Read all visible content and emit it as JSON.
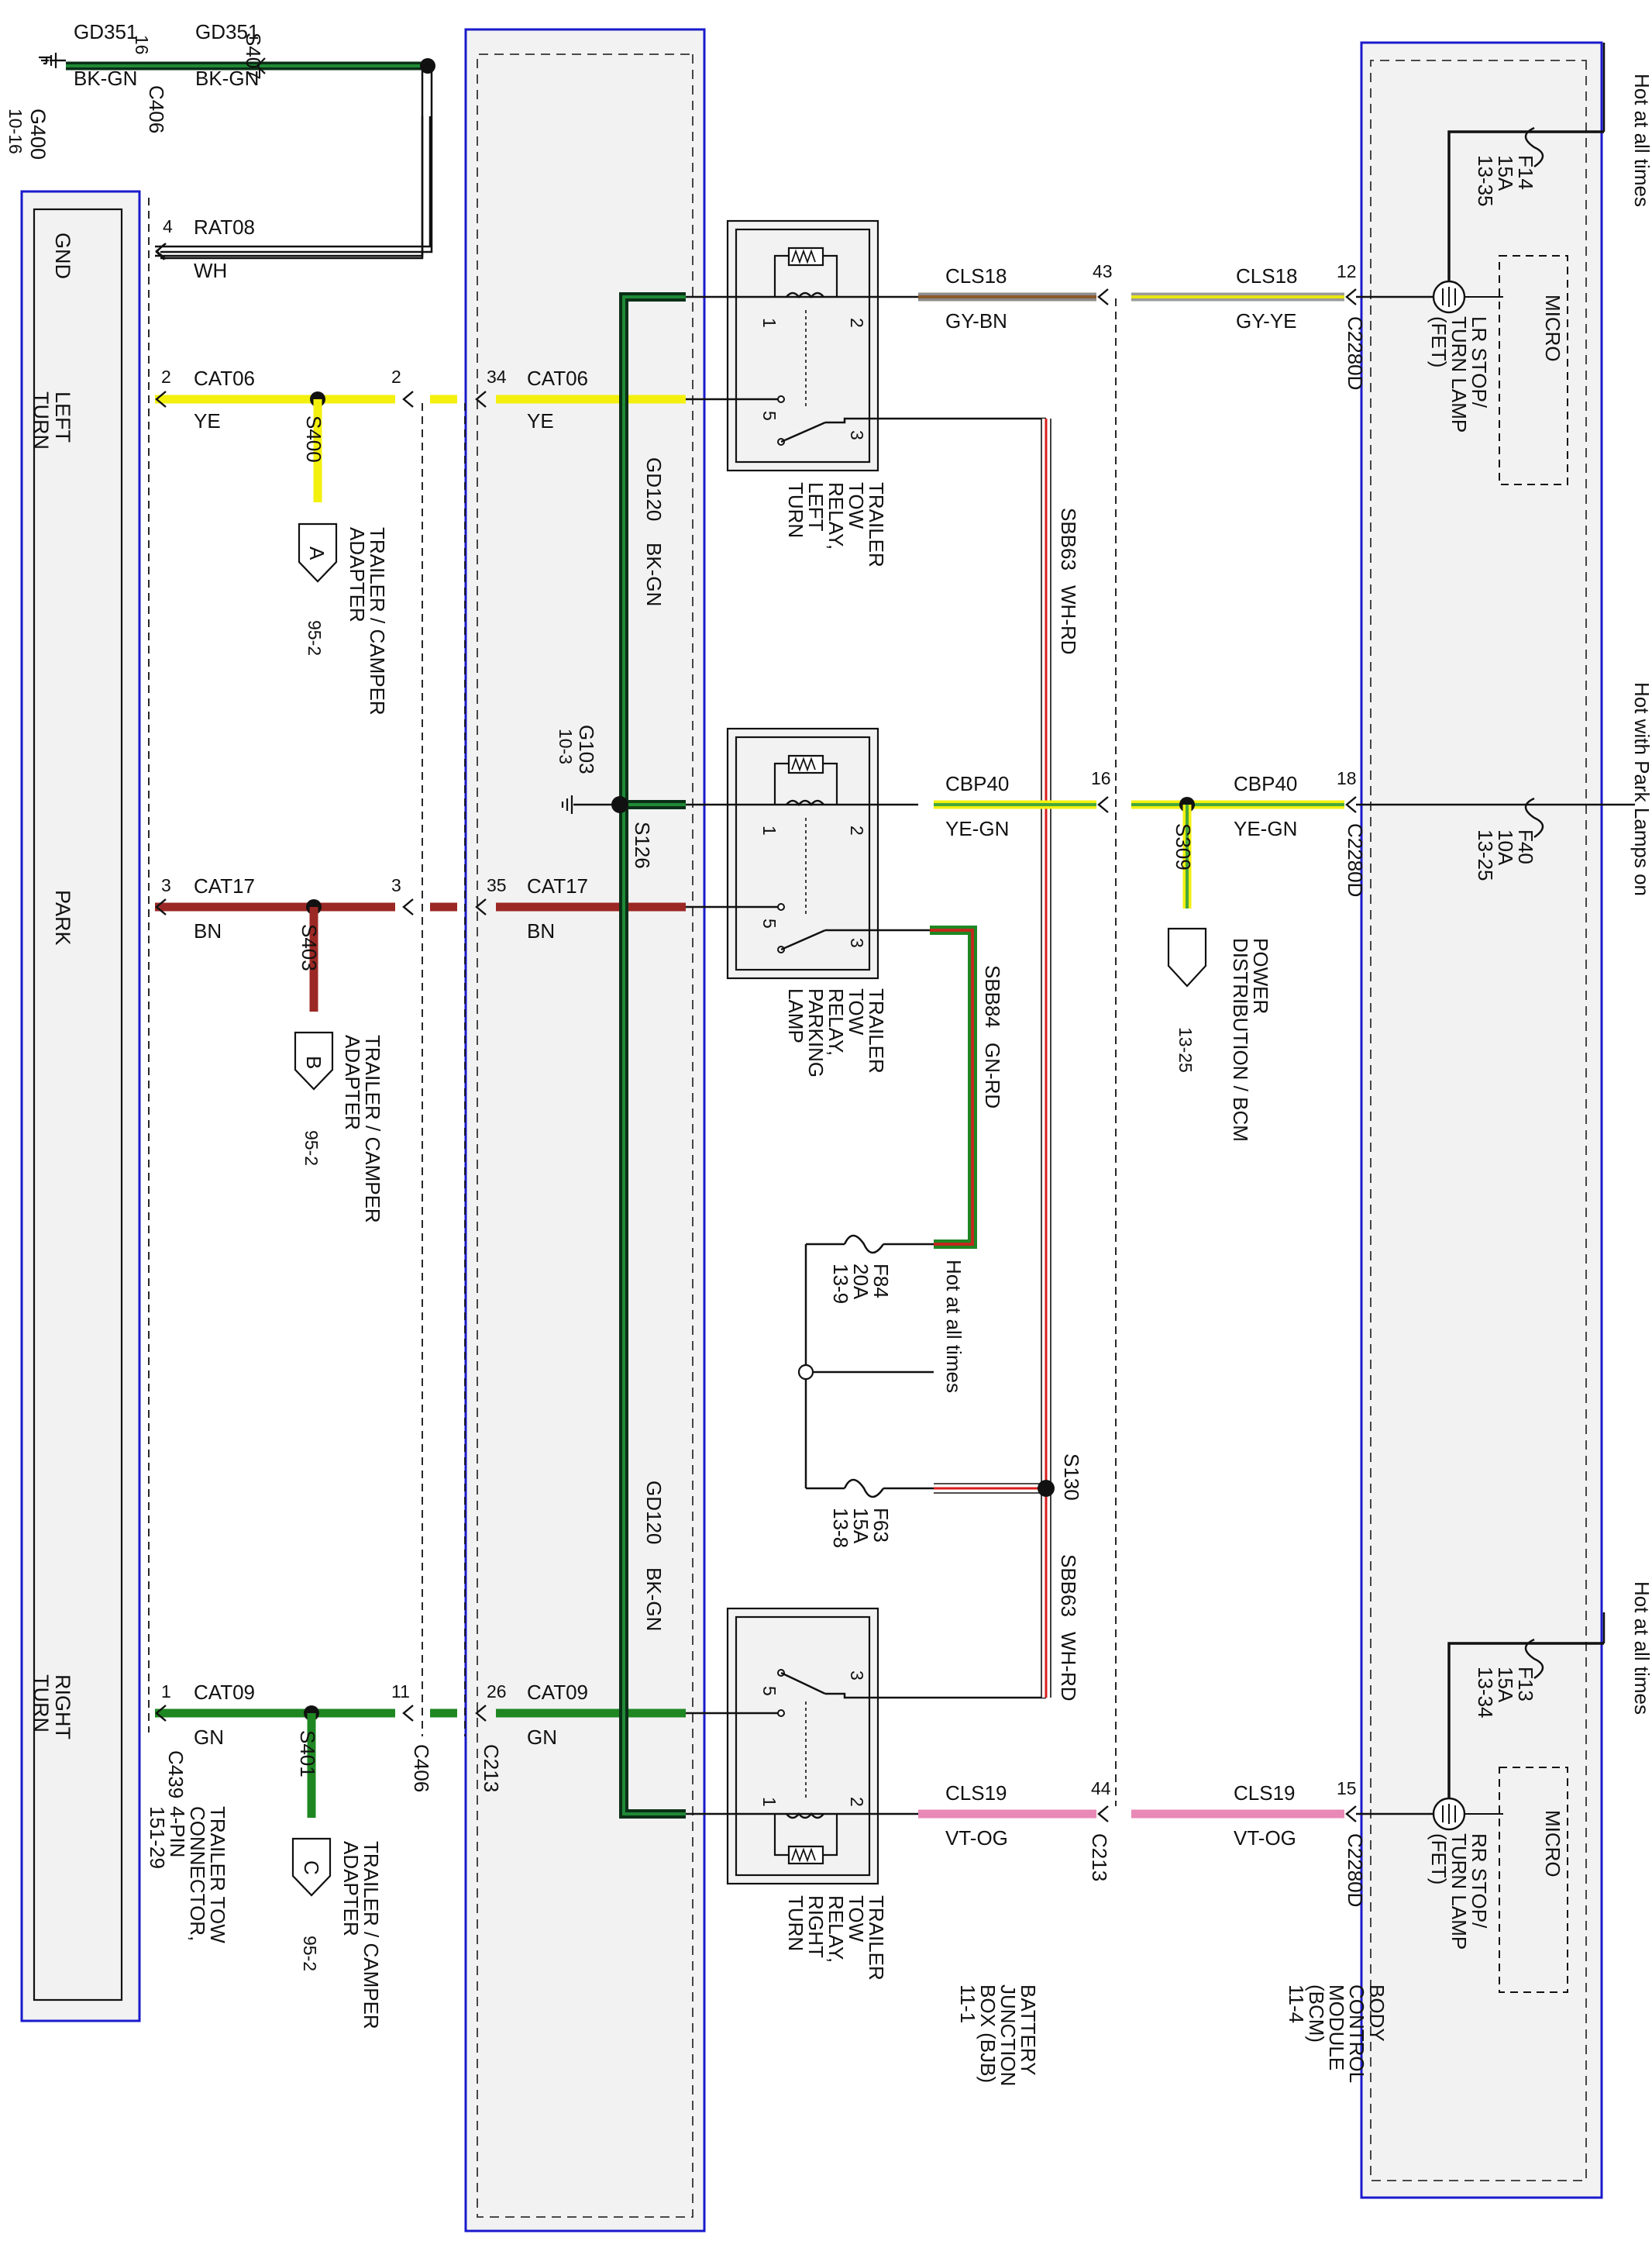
{
  "colors": {
    "bk": "#111111",
    "bkgn_a": "#0b2f16",
    "bkgn_b": "#1f8a36",
    "ye": "#f3f00e",
    "bn": "#9b2824",
    "gn": "#1e8722",
    "gybn_a": "#8c8c8c",
    "gybn_b": "#8a5a2b",
    "gyye_a": "#9a9a9a",
    "gyye_b": "#e8e615",
    "yegn_a": "#f3f00e",
    "yegn_b": "#45a83a",
    "vtog": "#e889b6",
    "wh": "#ffffff",
    "rd": "#d91c1c",
    "gnrd_a": "#1e8722",
    "gnrd_b": "#c02a1d",
    "module_border": "#1a1acc",
    "module_fill": "#f2f2f2"
  },
  "ground_top": {
    "ground_id": "G400",
    "ground_ref": "10-16",
    "wire1_circuit": "GD351",
    "wire1_color": "BK-GN",
    "connector_pin": "16",
    "connector_id": "C406",
    "wire2_circuit": "GD351",
    "wire2_color": "BK-GN",
    "splice_id": "S407"
  },
  "connector_c439": {
    "pins": [
      {
        "label": "GND",
        "pin": "4",
        "circuit": "RAT08",
        "color": "WH"
      },
      {
        "label": "LEFT TURN",
        "pin": "2",
        "circuit": "CAT06",
        "color": "YE"
      },
      {
        "label": "PARK",
        "pin": "3",
        "circuit": "CAT17",
        "color": "BN"
      },
      {
        "label": "RIGHT TURN",
        "pin": "1",
        "circuit": "CAT09",
        "color": "GN"
      }
    ],
    "connector_id": "C439",
    "desc": [
      "TRAILER TOW",
      "CONNECTOR,",
      "4-PIN",
      "151-29"
    ]
  },
  "splices_left": {
    "left_turn": {
      "splice": "S400",
      "adapter_letter": "A",
      "adapter_ref": "95-2"
    },
    "park": {
      "splice": "S403",
      "adapter_letter": "B",
      "adapter_ref": "95-2"
    },
    "right_turn": {
      "splice": "S401",
      "adapter_letter": "C",
      "adapter_ref": "95-2"
    },
    "adapter_label": [
      "TRAILER / CAMPER",
      "ADAPTER"
    ]
  },
  "c406_pins": {
    "left_turn": "2",
    "park": "3",
    "right_turn": "11",
    "connector_id": "C406"
  },
  "c213_pins": {
    "left_turn": "34",
    "park": "35",
    "right_turn": "26",
    "connector_id": "C213"
  },
  "bjb_wires": {
    "left_turn": {
      "circuit": "CAT06",
      "color": "YE"
    },
    "park": {
      "circuit": "CAT17",
      "color": "BN"
    },
    "right_turn": {
      "circuit": "CAT09",
      "color": "GN"
    }
  },
  "ground_bjb": {
    "wire_top_circuit": "GD120",
    "wire_top_color": "BK-GN",
    "wire_bot_circuit": "GD120",
    "wire_bot_color": "BK-GN",
    "ground_id": "G103",
    "ground_ref": "10-3",
    "splice_id": "S126"
  },
  "relays": [
    {
      "name": [
        "TRAILER",
        "TOW",
        "RELAY,",
        "LEFT",
        "TURN"
      ],
      "pins": [
        "1",
        "2",
        "5",
        "3"
      ]
    },
    {
      "name": [
        "TRAILER",
        "TOW",
        "RELAY,",
        "PARKING",
        "LAMP"
      ],
      "pins": [
        "1",
        "2",
        "5",
        "3"
      ]
    },
    {
      "name": [
        "TRAILER",
        "TOW",
        "RELAY,",
        "RIGHT",
        "TURN"
      ],
      "pins": [
        "3",
        "5",
        "1",
        "2"
      ]
    }
  ],
  "bjb": {
    "sbb63_circuit_top": "SBB63",
    "sbb63_color_top": "WH-RD",
    "sbb63_circuit_bot": "SBB63",
    "sbb63_color_bot": "WH-RD",
    "sbb84_circuit": "SBB84",
    "sbb84_color": "GN-RD",
    "splice_s130": "S130",
    "hot_label": "Hot at all times",
    "fuse_f84": [
      "F84",
      "20A",
      "13-9"
    ],
    "fuse_f63": [
      "F63",
      "15A",
      "13-8"
    ],
    "desc": [
      "BATTERY",
      "JUNCTION",
      "BOX (BJB)",
      "11-1"
    ]
  },
  "bcm_wires": {
    "row1": {
      "left_circuit": "CLS18",
      "left_color": "GY-BN",
      "pin_c213": "43",
      "right_circuit": "CLS18",
      "right_color": "GY-YE",
      "pin_bcm": "12",
      "bcm_conn": "C2280D"
    },
    "row2": {
      "left_circuit": "CBP40",
      "left_color": "YE-GN",
      "pin_c213": "16",
      "right_circuit": "CBP40",
      "right_color": "YE-GN",
      "pin_bcm": "18",
      "bcm_conn": "C2280D",
      "splice": "S309"
    },
    "row3": {
      "left_circuit": "CLS19",
      "left_color": "VT-OG",
      "pin_c213": "44",
      "c213_label": "C213",
      "right_circuit": "CLS19",
      "right_color": "VT-OG",
      "pin_bcm": "15",
      "bcm_conn": "C2280D"
    }
  },
  "power_distribution": {
    "label": [
      "POWER",
      "DISTRIBUTION / BCM"
    ],
    "ref": "13-25"
  },
  "bcm": {
    "lr_label": [
      "LR STOP/",
      "TURN LAMP",
      "(FET)"
    ],
    "rr_label": [
      "RR STOP/",
      "TURN LAMP",
      "(FET)"
    ],
    "micro1": "MICRO",
    "micro2": "MICRO",
    "fuse_f14": [
      "F14",
      "15A",
      "13-35"
    ],
    "fuse_f40": [
      "F40",
      "10A",
      "13-25"
    ],
    "fuse_f13": [
      "F13",
      "15A",
      "13-34"
    ],
    "hot1": "Hot at all times",
    "hot2": "Hot with Park Lamps on",
    "hot3": "Hot at all times",
    "desc": [
      "BODY",
      "CONTROL",
      "MODULE",
      "(BCM)",
      "11-4"
    ]
  }
}
